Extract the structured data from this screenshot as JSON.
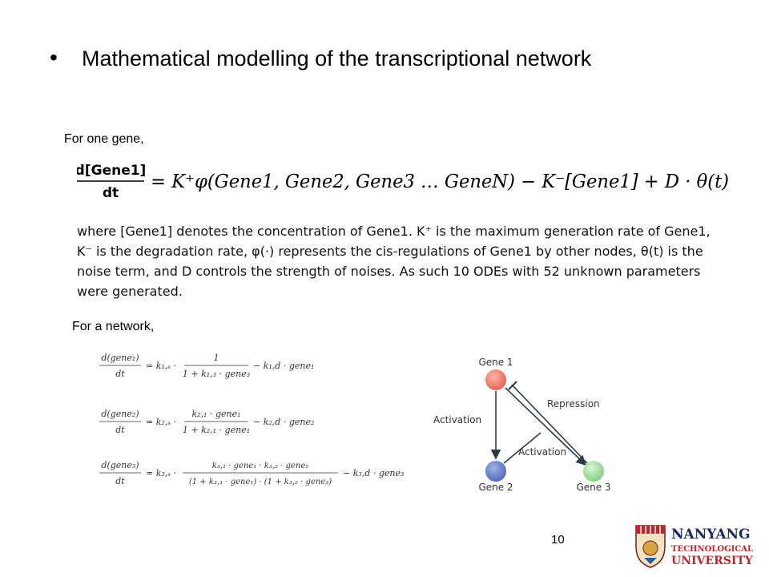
{
  "slide": {
    "bullet": "•",
    "title": "Mathematical modelling of the transcriptional network",
    "label_one_gene": "For one gene,",
    "label_network": "For a network,",
    "page_number": "10"
  },
  "equation_main": {
    "lhs_num": "d[Gene1]",
    "lhs_den": "dt",
    "rhs": "= K⁺φ(Gene1, Gene2, Gene3 … GeneN) − K⁻[Gene1] + D · θ(t)"
  },
  "paragraph": {
    "lines": [
      "where [Gene1] denotes the concentration of Gene1. K⁺ is the maximum generation rate of Gene1,",
      "K⁻ is the degradation rate, φ(·) represents the cis-regulations of Gene1 by other nodes, θ(t) is the",
      "noise term, and D controls the strength of noises. As such 10 ODEs with 52 unknown parameters",
      "were generated."
    ]
  },
  "network_equations": [
    {
      "num": "d(gene₁)",
      "den": "dt",
      "prefix": "= k₁,ₛ ·",
      "frac_num": "1",
      "frac_den": "1 + k₁,₃ · gene₃",
      "suffix": "− k₁,d · gene₁"
    },
    {
      "num": "d(gene₂)",
      "den": "dt",
      "prefix": "= k₂,ₛ ·",
      "frac_num": "k₂,₁ · gene₁",
      "frac_den": "1 + k₂,₁ · gene₁",
      "suffix": "− k₂,d · gene₂"
    },
    {
      "num": "d(gene₃)",
      "den": "dt",
      "prefix": "= k₃,ₛ ·",
      "frac_num": "k₃,₁ · gene₁ · k₃,₂ · gene₂",
      "frac_den": "(1 + k₃,₁ · gene₁) · (1 + k₃,₂ · gene₃)",
      "suffix": "− k₃,d · gene₃"
    }
  ],
  "diagram": {
    "gene1": "Gene 1",
    "gene2": "Gene 2",
    "gene3": "Gene 3",
    "edge_activation_left": "Activation",
    "edge_repression": "Repression",
    "edge_activation_mid": "Activation",
    "colors": {
      "gene1": "#e8604c",
      "gene2": "#4a66b8",
      "gene3": "#7fcf7a",
      "arrow": "#2a3a4a"
    }
  },
  "logo": {
    "line1": "NANYANG",
    "line2": "TECHNOLOGICAL",
    "line3": "UNIVERSITY"
  }
}
